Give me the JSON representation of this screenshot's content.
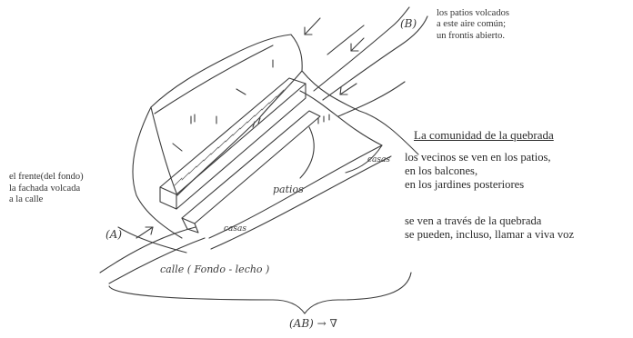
{
  "notes": {
    "top_right": [
      "los patios volcados",
      "a este aire común;",
      "un frontis abierto."
    ],
    "left": [
      "el frente(del fondo)",
      "la fachada volcada",
      "a la calle"
    ]
  },
  "community": {
    "title": "La comunidad de la quebrada",
    "lines": [
      "los vecinos se ven en los patios,",
      "en los balcones,",
      "en los jardines posteriores"
    ],
    "lines2": [
      "se ven a través de la quebrada",
      "se pueden, incluso, llamar a viva voz"
    ]
  },
  "sketch_labels": {
    "b": "(B)",
    "a": "(A)",
    "casas_right": "casas",
    "patios": "patios",
    "casas_bottom": "casas",
    "calle": "calle ( Fondo - lecho )",
    "ab": "(AB) → ∇"
  }
}
